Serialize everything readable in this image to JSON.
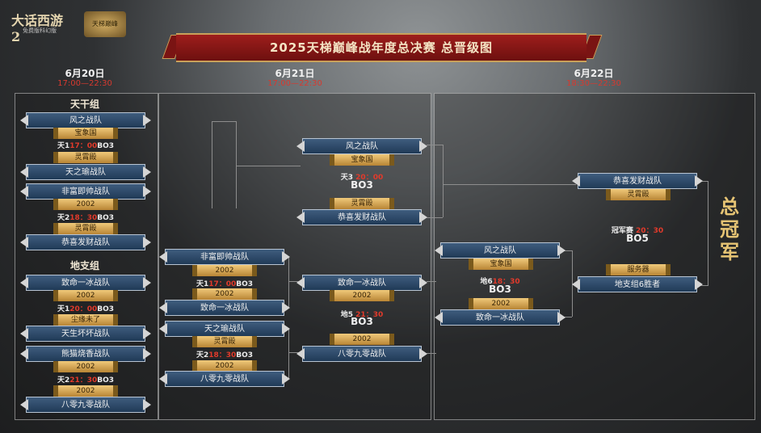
{
  "header": {
    "title": "2025天梯巅峰战年度总决赛 总晋级图",
    "logo_text": "大话西游2",
    "logo_sub": "免费版科幻版",
    "logo2_text": "天梯巅峰"
  },
  "days": [
    {
      "date": "6月20日",
      "time": "17:00—22:30"
    },
    {
      "date": "6月21日",
      "time": "17:00—22:30"
    },
    {
      "date": "6月22日",
      "time": "18:30—22:30"
    }
  ],
  "day1": {
    "group_tiangan": "天干组",
    "group_dizhi": "地支组",
    "m1": {
      "team_a": "风之战队",
      "label_a": "宝象国",
      "tag": "天1",
      "time": "17：00",
      "fmt": "BO3",
      "label_b": "灵霄殿",
      "team_b": "天之瑜战队"
    },
    "m2": {
      "team_a": "非富即帅战队",
      "label_a": "2002",
      "tag": "天2",
      "time": "18：30",
      "fmt": "BO3",
      "label_b": "灵霄殿",
      "team_b": "恭喜发财战队"
    },
    "m3": {
      "team_a": "致命一冰战队",
      "label_a": "2002",
      "tag": "天1",
      "time": "20：00",
      "fmt": "BO3",
      "label_b": "尘缘未了",
      "team_b": "天生坏坏战队"
    },
    "m4": {
      "team_a": "熊猫烧香战队",
      "label_a": "2002",
      "tag": "天2",
      "time": "21：30",
      "fmt": "BO3",
      "label_b": "2002",
      "team_b": "八零九零战队"
    }
  },
  "day2": {
    "s1": {
      "team_a": "风之战队",
      "label_a": "宝象国",
      "tag": "天3",
      "time": "20：00",
      "fmt": "BO3",
      "label_b": "灵霄殿",
      "team_b": "恭喜发财战队"
    },
    "s2": {
      "team_a": "非富即帅战队",
      "label_a": "2002",
      "tag": "天1",
      "time": "17：00",
      "fmt": "BO3",
      "label_b": "2002",
      "team_b": "致命一冰战队"
    },
    "s3": {
      "team_a": "天之瑜战队",
      "label_a": "灵霄殿",
      "tag": "天2",
      "time": "18：30",
      "fmt": "BO3",
      "label_b": "2002",
      "team_b": "八零九零战队"
    },
    "s4": {
      "team_a": "致命一冰战队",
      "label_a": "2002",
      "tag": "地5",
      "time": "21：30",
      "fmt": "BO3",
      "label_b": "2002",
      "team_b": "八零九零战队"
    }
  },
  "day3": {
    "sf": {
      "team_a": "风之战队",
      "label_a": "宝象国",
      "tag": "地6",
      "time": "18：30",
      "fmt": "BO3",
      "label_b": "2002",
      "team_b": "致命一冰战队"
    },
    "final": {
      "team_a": "恭喜发财战队",
      "label_a": "灵霄殿",
      "tag": "冠军赛",
      "time": "20：30",
      "fmt": "BO5",
      "label_b": "服务器",
      "team_b": "地支组6胜者"
    },
    "champion": "总冠军"
  }
}
